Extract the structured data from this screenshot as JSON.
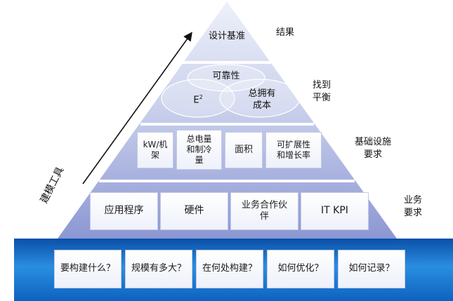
{
  "pyramid": {
    "tier1": {
      "label": "设计基准"
    },
    "tier2": {
      "label_top": "可靠性",
      "label_e": "E",
      "label_e_sup": "2",
      "label_right": "总拥有\n成本"
    },
    "tier3": {
      "items": [
        "kW/机\n架",
        "总电量\n和制冷\n量",
        "面积",
        "可扩展性\n和增长率"
      ]
    },
    "tier4": {
      "items": [
        "应用程序",
        "硬件",
        "业务合作伙\n伴",
        "IT KPI"
      ]
    }
  },
  "side_labels": {
    "result": "结果",
    "balance": "找到\n平衡",
    "infra": "基础设施\n要求",
    "business": "业务\n要求"
  },
  "arrow_label": "建模工具",
  "bottom_bar": {
    "questions": [
      "要构建什么？",
      "规模有多大？",
      "在何处构建？",
      "如何优化？",
      "如何记录？"
    ]
  },
  "colors": {
    "tier_top": "#eef1f9",
    "tier_bottom": "#8c97d3",
    "bar_top": "#0a4fa8",
    "bar_mid": "#2a8ee0",
    "bar_bottom": "#0e62c0"
  }
}
